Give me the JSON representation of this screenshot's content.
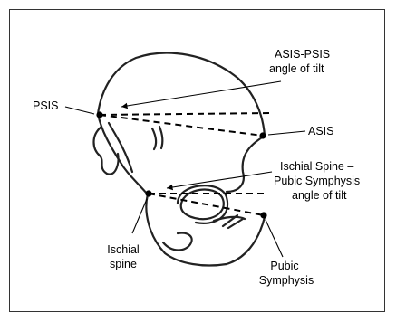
{
  "labels": {
    "asis_psis_line1": "ASIS-PSIS",
    "asis_psis_line2": "angle of tilt",
    "psis": "PSIS",
    "asis": "ASIS",
    "ischial_pubic_line1": "Ischial Spine –",
    "ischial_pubic_line2": "Pubic Symphysis",
    "ischial_pubic_line3": "angle of tilt",
    "ischial_spine_line1": "Ischial",
    "ischial_spine_line2": "spine",
    "pubic_line1": "Pubic",
    "pubic_line2": "Symphysis"
  },
  "colors": {
    "outline": "#222222",
    "text": "#000000",
    "frame": "#333333"
  }
}
